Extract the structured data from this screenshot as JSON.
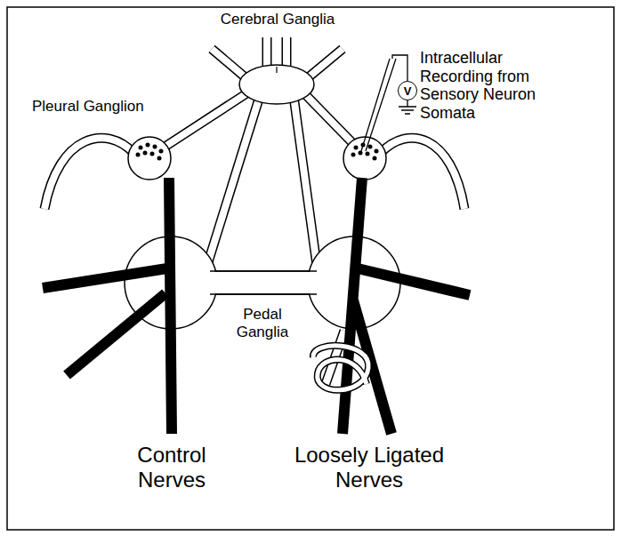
{
  "diagram": {
    "nodes": [
      {
        "text": [
          "V"
        ]
      }
    ],
    "labels": [
      "Cerebral Ganglia",
      "Pleural Ganglion",
      "Intracellular Recording from Sensory Neuron Somata",
      "Pedal Ganglia",
      "Control Nerves",
      "Loosely Ligated Nerves"
    ]
  }
}
